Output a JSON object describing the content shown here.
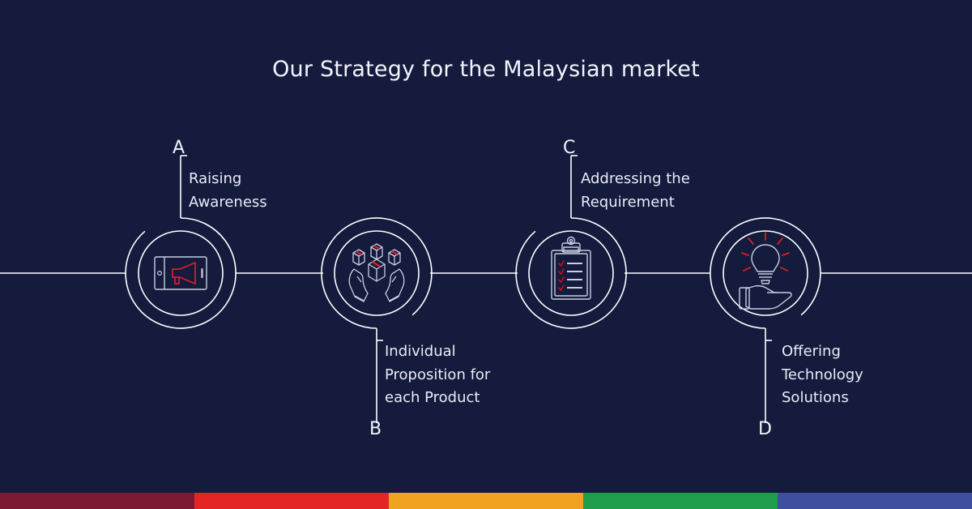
{
  "theme": {
    "background": "#141b3d",
    "line": "#ffffff",
    "text": "#f2f4fb",
    "accent_red": "#d92027",
    "icon_stroke": "#c9cee0"
  },
  "header": {
    "title": "Our Strategy for the Malaysian market"
  },
  "steps": [
    {
      "letter": "A",
      "text": "Raising\nAwareness",
      "icon": "megaphone-phone-icon",
      "position": "above"
    },
    {
      "letter": "B",
      "text": "Individual\nProposition for\neach Product",
      "icon": "hands-holding-boxes-icon",
      "position": "below"
    },
    {
      "letter": "C",
      "text": "Addressing the\nRequirement",
      "icon": "clipboard-checklist-icon",
      "position": "above"
    },
    {
      "letter": "D",
      "text": "Offering\nTechnology\nSolutions",
      "icon": "hand-lightbulb-icon",
      "position": "below"
    }
  ],
  "footer_bar": {
    "segments": [
      {
        "name": "maroon",
        "color": "#7d1a33"
      },
      {
        "name": "red",
        "color": "#e32526"
      },
      {
        "name": "amber",
        "color": "#f0a320"
      },
      {
        "name": "green",
        "color": "#1f9d4d"
      },
      {
        "name": "blue",
        "color": "#3f4e9e"
      }
    ]
  }
}
